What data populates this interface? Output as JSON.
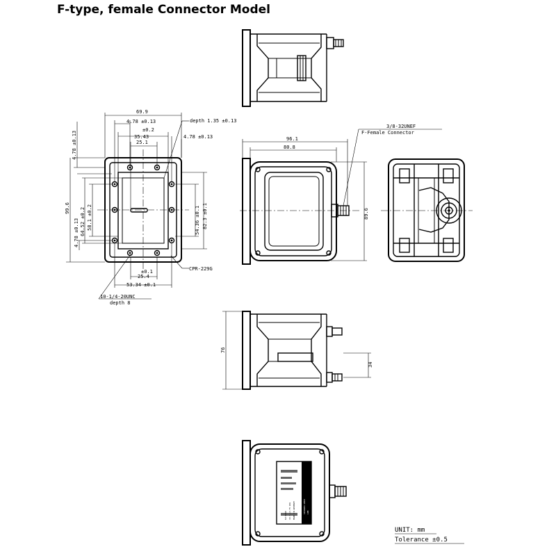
{
  "title": "F-type, female Connector Model",
  "front_view": {
    "width_overall": "69.9",
    "bolt_offset_top": "4.78 ±0.13",
    "depth_label": "depth 1.35 ±0.13",
    "tol_top": "±0.2",
    "dim_35_43": "35.43",
    "dim_25_1": "25.1",
    "right_offset": "4.78 ±0.13",
    "left_top_offset": "4.78 ±0.13",
    "height_overall": "99.6",
    "left_offset_2": "4.78 ±0.13",
    "dim_64_52": "64.52 ±0.2",
    "dim_58_1": "58.1 ±0.2",
    "dim_54_36": "54.36 ±0.1",
    "dim_82_3": "82.3 ±0.1",
    "tol_bottom": "±0.1",
    "dim_25_4": "25.4",
    "dim_53_34": "53.34 ±0.1",
    "flange_label": "CPR-229G",
    "thread_label": "10-1/4-20UNC",
    "thread_depth": "depth 8"
  },
  "side_view": {
    "dim_96_1": "96.1",
    "dim_80_8": "80.8",
    "height": "89.6",
    "connector_thread": "3/8-32UNEF",
    "connector_type": "F-Female Connector"
  },
  "bottom_view": {
    "height": "76",
    "dim_34": "34"
  },
  "label_plate": {
    "line1": "SPINNER GMBH",
    "line2": "LNB",
    "line3": "KU BAND",
    "line4": "10.7-12.75 GHz",
    "line5": "MADE IN GERMANY"
  },
  "notes": {
    "unit": "UNIT: mm",
    "tolerance": "Tolerance ±0.5"
  }
}
